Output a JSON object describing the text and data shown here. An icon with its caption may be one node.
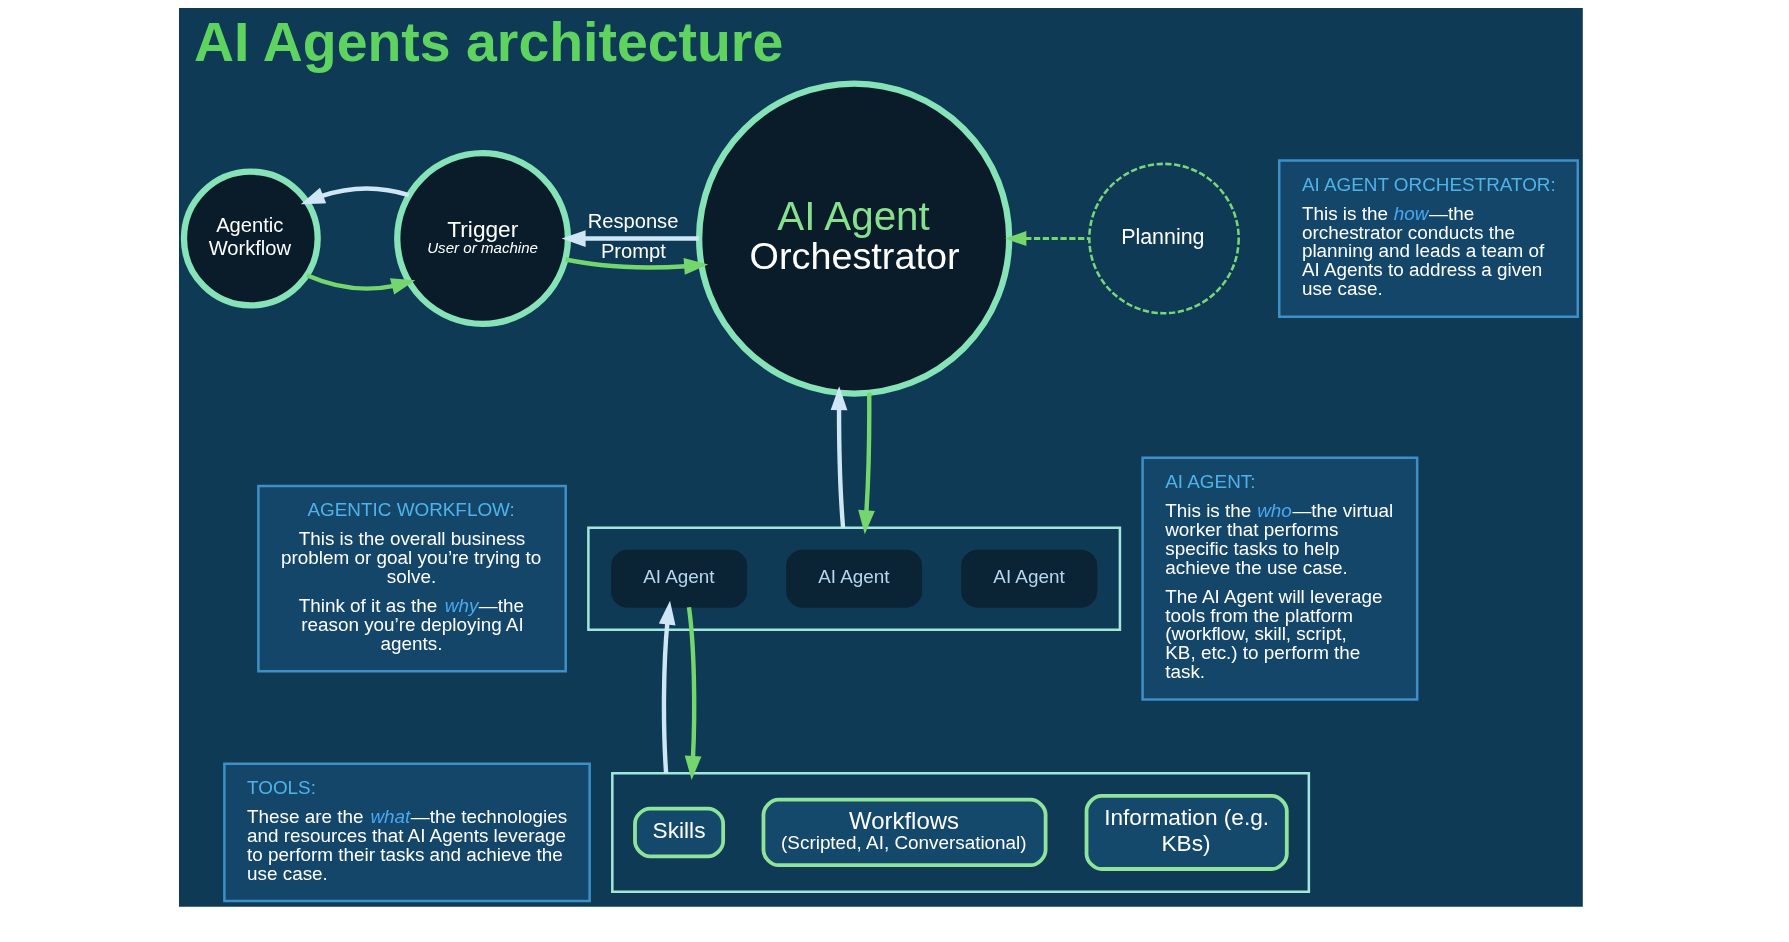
{
  "diagram": {
    "title": "AI Agents architecture",
    "nodes": [
      {
        "text": [
          "Agentic Workflow"
        ]
      },
      {
        "text": [
          "Trigger",
          "User or machine"
        ]
      },
      {
        "text": [
          "AI Agent",
          "Orchestrator"
        ]
      },
      {
        "text": [
          "Planning"
        ]
      },
      {
        "text": [
          "AI AGENT ORCHESTRATOR:",
          "This is the *how*—the orchestrator conducts the planning and leads a team of AI Agents to address a given use case."
        ]
      },
      {
        "text": [
          "AGENTIC WORKFLOW:",
          "This is the overall business problem or goal you’re trying to solve.",
          "Think of it as the *why*—the reason you’re deploying AI agents."
        ]
      },
      {
        "text": [],
        "shape": "box"
      },
      {
        "text": [
          "AI Agent"
        ],
        "in": 6
      },
      {
        "text": [
          "AI Agent"
        ],
        "in": 6
      },
      {
        "text": [
          "AI Agent"
        ],
        "in": 6
      },
      {
        "text": [
          "AI AGENT:",
          "This is the *who*—the virtual worker that performs specific tasks to help achieve the use case.",
          "The AI Agent will leverage tools from the platform (workflow, skill, script, KB, etc.) to perform the task."
        ]
      },
      {
        "text": [
          "TOOLS:",
          "These are the *what*—the technologies and resources that AI Agents leverage to perform their tasks and achieve the use case."
        ]
      },
      {
        "text": [],
        "shape": "box"
      },
      {
        "text": [
          "Skills"
        ],
        "in": 12
      },
      {
        "text": [
          "Workflows",
          "(Scripted, AI, Conversational)"
        ],
        "in": 12
      },
      {
        "text": [
          "Information (e.g. KBs)"
        ],
        "in": 12
      }
    ],
    "edges": [
      {
        "from": 0,
        "to": 1,
        "arrow": "to"
      },
      {
        "from": 1,
        "to": 0,
        "arrow": "to",
        "color": "#cfe6f5"
      },
      {
        "from": 1,
        "to": 2,
        "arrow": "to",
        "label": "Prompt"
      },
      {
        "from": 2,
        "to": 1,
        "arrow": "to",
        "label": "Response",
        "color": "#cfe6f5"
      },
      {
        "from": 3,
        "to": 2,
        "arrow": "to",
        "style": "dashed"
      },
      {
        "from": 6,
        "to": 2,
        "arrow": "to",
        "color": "#cfe6f5"
      },
      {
        "from": 2,
        "to": 6,
        "arrow": "to"
      },
      {
        "from": 12,
        "to": 7,
        "arrow": "to",
        "color": "#cfe6f5"
      },
      {
        "from": 7,
        "to": 12,
        "arrow": "to"
      }
    ]
  }
}
